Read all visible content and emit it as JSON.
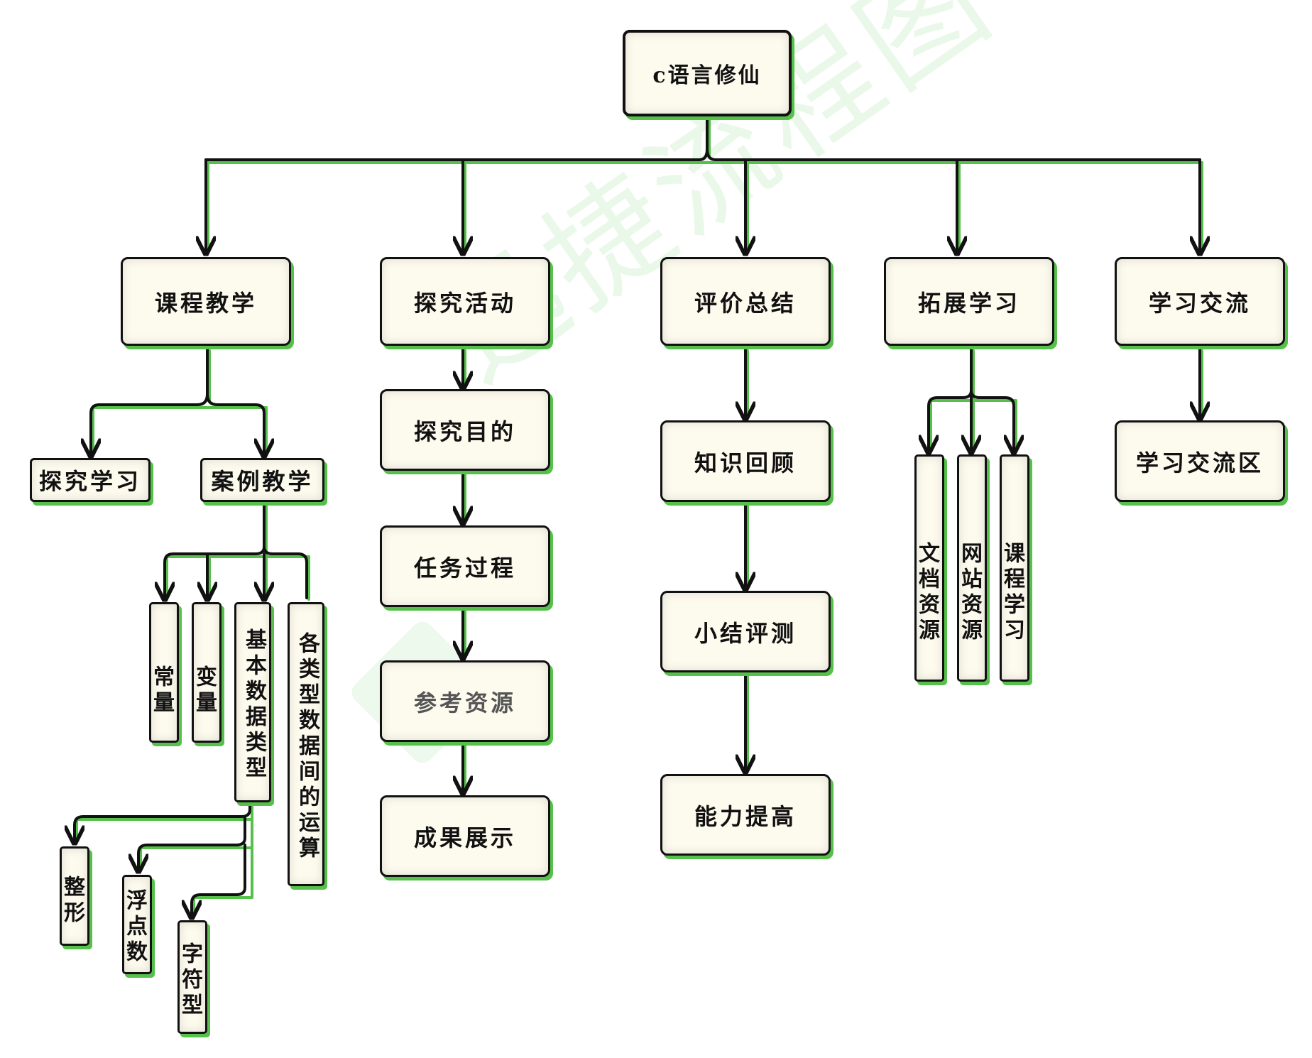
{
  "diagram": {
    "root": "c语言修仙",
    "branches": {
      "course_teaching": {
        "label": "课程教学",
        "children": {
          "inquiry_learning": "探究学习",
          "case_teaching": "案例教学"
        },
        "case_children": {
          "constant": "常量",
          "variable": "变量",
          "basic_types": "基本数据类型",
          "operations": "各类型数据间的运算"
        },
        "type_children": {
          "integer": "整形",
          "float": "浮点数",
          "char": "字符型"
        }
      },
      "inquiry_activity": {
        "label": "探究活动",
        "steps": {
          "purpose": "探究目的",
          "process": "任务过程",
          "resources": "参考资源",
          "results": "成果展示"
        }
      },
      "evaluation": {
        "label": "评价总结",
        "steps": {
          "review": "知识回顾",
          "quiz": "小结评测",
          "improve": "能力提高"
        }
      },
      "extended": {
        "label": "拓展学习",
        "children": {
          "docs": "文档资源",
          "web": "网站资源",
          "courses": "课程学习"
        }
      },
      "exchange": {
        "label": "学习交流",
        "children": {
          "area": "学习交流区"
        }
      }
    },
    "watermark": "迅捷流程图",
    "colors": {
      "box_fill": "#fdfaee",
      "box_border": "#111111",
      "accent_shadow": "#55c04a",
      "connector": "#111111"
    }
  }
}
